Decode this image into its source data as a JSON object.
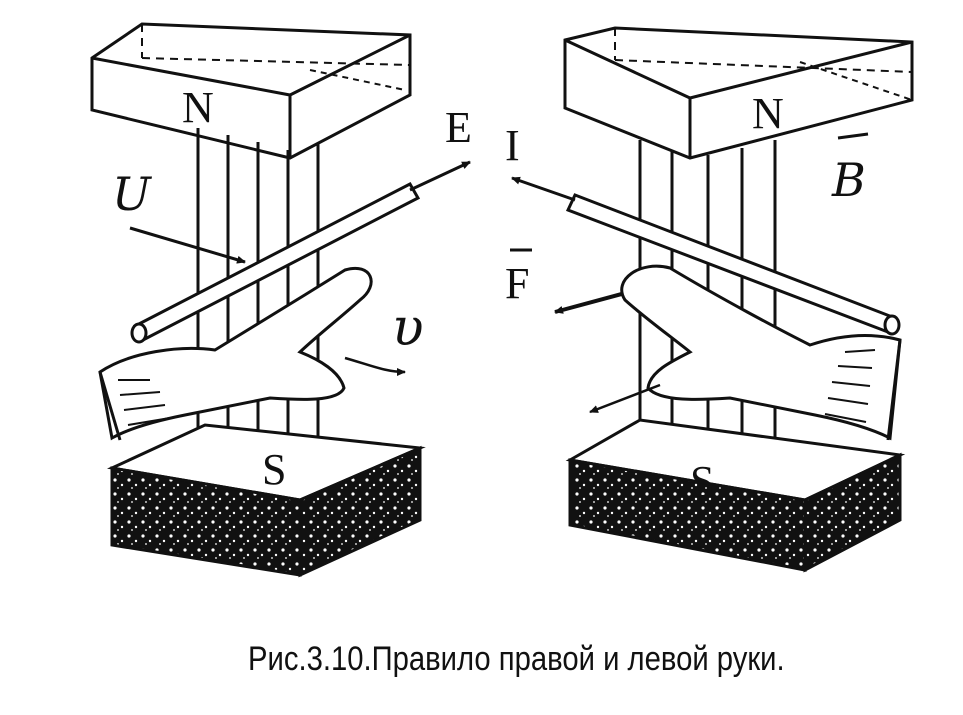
{
  "caption": "Рис.3.10.Правило правой и левой руки.",
  "left_panel": {
    "north_label": "N",
    "south_label": "S",
    "emf_label": "E",
    "voltage_label": "U",
    "velocity_label": "υ"
  },
  "right_panel": {
    "north_label": "N",
    "south_label": "S",
    "current_label": "I",
    "force_label": "F",
    "field_label": "B"
  }
}
